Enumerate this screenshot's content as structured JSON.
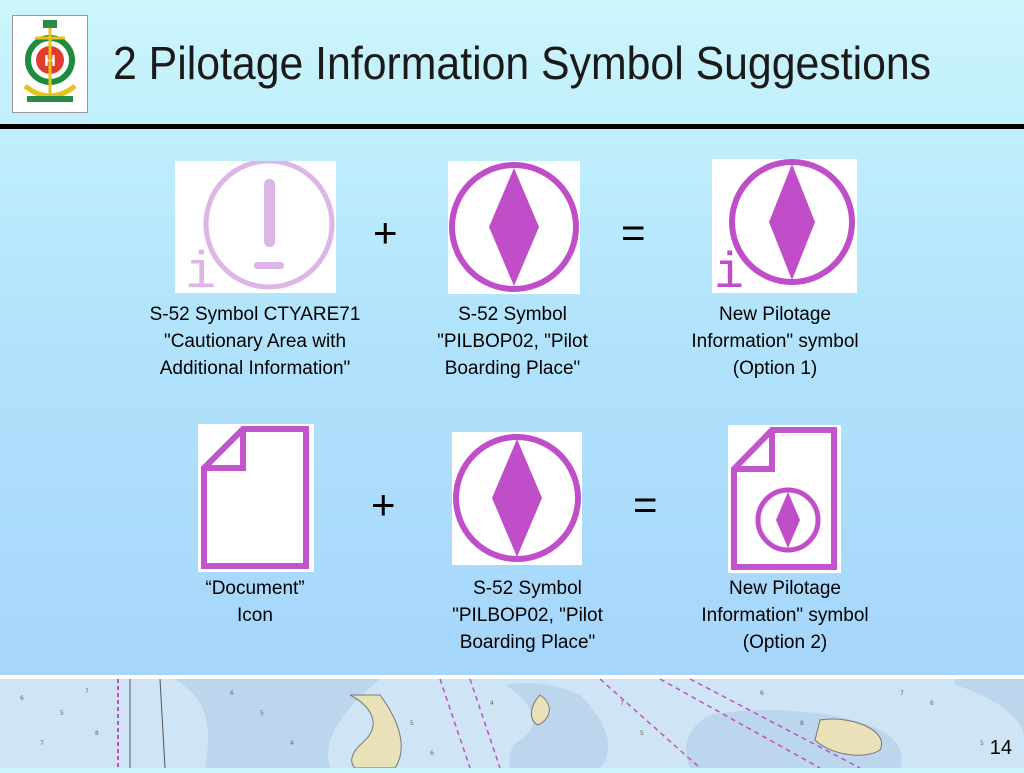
{
  "slide": {
    "title": "2 Pilotage Information Symbol Suggestions",
    "page_number": "14"
  },
  "colors": {
    "magenta": "#c04ec9",
    "light_magenta": "#ddb5e6",
    "doc_magenta": "#c254cc"
  },
  "row1": {
    "operator_plus": "+",
    "operator_equals": "=",
    "caption_a": "S-52 Symbol CTYARE71\n\"Cautionary Area with\nAdditional Information\"",
    "caption_b": "S-52 Symbol\n\"PILBOP02, \"Pilot\nBoarding Place\"",
    "caption_c": "New Pilotage\nInformation\" symbol\n(Option 1)",
    "info_letter": "i"
  },
  "row2": {
    "operator_plus": "+",
    "operator_equals": "=",
    "caption_a": "“Document”\nIcon",
    "caption_b": "S-52 Symbol\n\"PILBOP02, \"Pilot\nBoarding Place\"",
    "caption_c": "New Pilotage\nInformation\" symbol\n(Option 2)"
  }
}
